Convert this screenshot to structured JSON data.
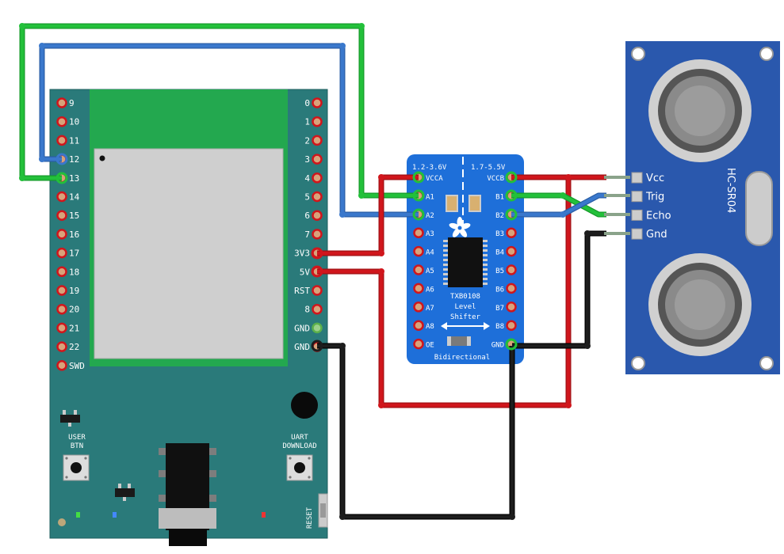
{
  "board": {
    "left_pins": [
      "9",
      "10",
      "11",
      "12",
      "13",
      "14",
      "15",
      "16",
      "17",
      "18",
      "19",
      "20",
      "21",
      "22",
      "SWD"
    ],
    "right_pins": [
      "0",
      "1",
      "2",
      "3",
      "4",
      "5",
      "6",
      "7",
      "3V3",
      "5V",
      "RST",
      "8",
      "GND",
      "GND"
    ],
    "user_btn_label_1": "USER",
    "user_btn_label_2": "BTN",
    "uart_label_1": "UART",
    "uart_label_2": "DOWNLOAD",
    "reset_label": "RESET"
  },
  "shifter": {
    "voltage_a": "1.2-3.6V",
    "voltage_b": "1.7-5.5V",
    "left_pins": [
      "VCCA",
      "A1",
      "A2",
      "A3",
      "A4",
      "A5",
      "A6",
      "A7",
      "A8",
      "OE"
    ],
    "right_pins": [
      "VCCB",
      "B1",
      "B2",
      "B3",
      "B4",
      "B5",
      "B6",
      "B7",
      "B8",
      "GND"
    ],
    "chip_label": "TXB0108",
    "level_label": "Level",
    "shifter_label": "Shifter",
    "bidirectional_label": "Bidirectional"
  },
  "sensor": {
    "title": "HC-SR04",
    "pins": [
      "Vcc",
      "Trig",
      "Echo",
      "Gnd"
    ]
  },
  "colors": {
    "board": "#2a7a7a",
    "module": "#23a84f",
    "shifter": "#1e6fd9",
    "sensor": "#2a58ad",
    "wire_green": "#23c03a",
    "wire_blue": "#3a78cc",
    "wire_red": "#d0161c",
    "wire_black": "#1d1d1d"
  }
}
